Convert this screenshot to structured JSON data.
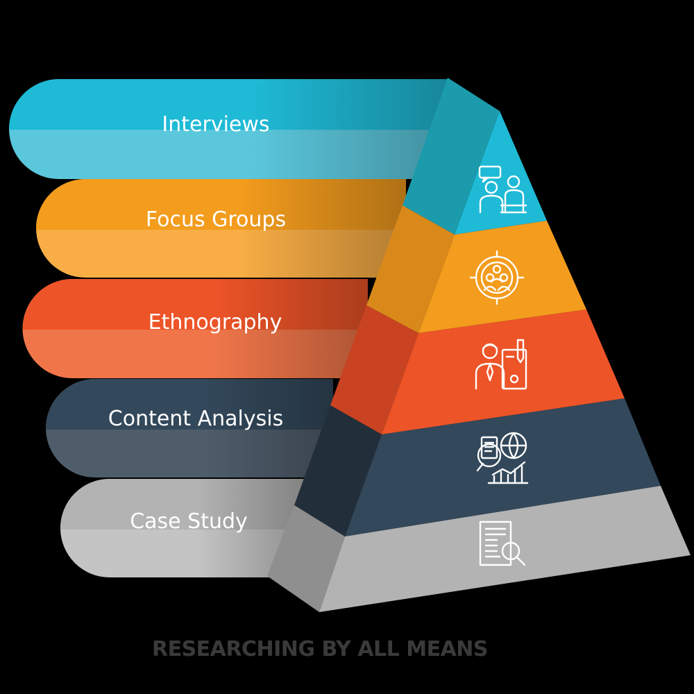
{
  "diagram": {
    "type": "pyramid",
    "levels": [
      {
        "label": "Interviews",
        "icon": "interview-people-icon",
        "colors": {
          "light": "#5bc7dc",
          "main": "#1fbad6",
          "dark": "#1b9bab",
          "side": "#1baab7"
        }
      },
      {
        "label": "Focus Groups",
        "icon": "focus-group-target-icon",
        "colors": {
          "light": "#f8ad45",
          "main": "#f39c1d",
          "dark": "#d9891a",
          "side": "#dc8a2a"
        }
      },
      {
        "label": "Ethnography",
        "icon": "ethnographer-notes-icon",
        "colors": {
          "light": "#f0764a",
          "main": "#ed5428",
          "dark": "#c94322",
          "side": "#d5462b"
        }
      },
      {
        "label": "Content Analysis",
        "icon": "globe-data-analysis-icon",
        "colors": {
          "light": "#4f5d6b",
          "main": "#33485a",
          "dark": "#222f3a",
          "side": "#25323d"
        }
      },
      {
        "label": "Case Study",
        "icon": "document-search-icon",
        "colors": {
          "light": "#c4c4c4",
          "main": "#b3b3b3",
          "dark": "#8f8f8f",
          "side": "#a3a3a3"
        }
      }
    ],
    "footer_title": "RESEARCHING BY ALL MEANS"
  }
}
